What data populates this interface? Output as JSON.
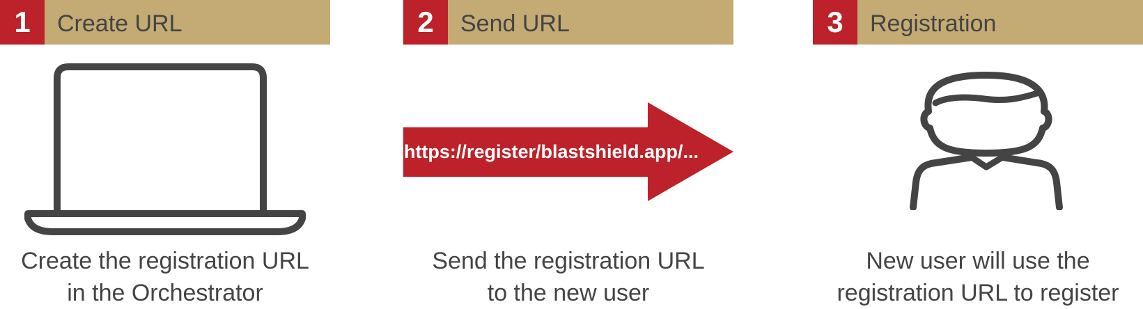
{
  "steps": [
    {
      "number": "1",
      "title": "Create URL",
      "icon": "laptop-icon",
      "caption_line1": "Create the registration URL",
      "caption_line2": "in the Orchestrator"
    },
    {
      "number": "2",
      "title": "Send URL",
      "icon": "arrow-icon",
      "arrow_text": "https://register/blastshield.app/...",
      "caption_line1": "Send the registration URL",
      "caption_line2": "to the new user"
    },
    {
      "number": "3",
      "title": "Registration",
      "icon": "user-icon",
      "caption_line1": "New user will use the",
      "caption_line2": "registration URL to register"
    }
  ],
  "colors": {
    "header_bar": "#c4ab74",
    "number_badge": "#bd2129",
    "arrow": "#bd2129",
    "icon_stroke": "#444444",
    "text": "#444444"
  }
}
